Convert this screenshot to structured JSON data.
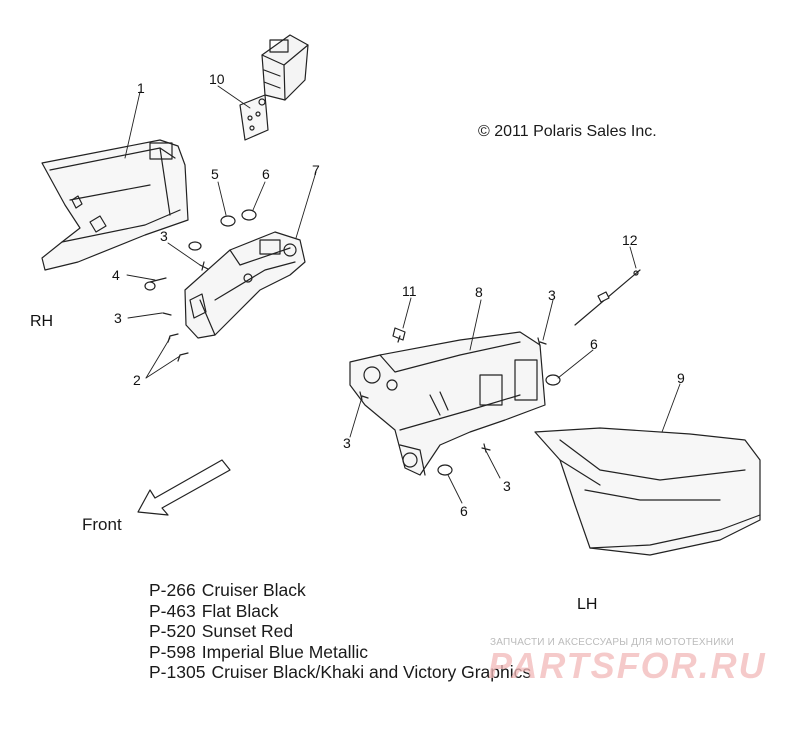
{
  "copyright": "© 2011 Polaris Sales Inc.",
  "sides": {
    "right": "RH",
    "left": "LH"
  },
  "front_label": "Front",
  "callouts": {
    "c1": "1",
    "c2": "2",
    "c3a": "3",
    "c3b": "3",
    "c3c": "3",
    "c3d": "3",
    "c3e": "3",
    "c4": "4",
    "c5": "5",
    "c6a": "6",
    "c6b": "6",
    "c6c": "6",
    "c7": "7",
    "c8": "8",
    "c9": "9",
    "c10": "10",
    "c11": "11",
    "c12": "12"
  },
  "legend": [
    {
      "code": "P-266",
      "name": "Cruiser Black"
    },
    {
      "code": "P-463",
      "name": "Flat Black"
    },
    {
      "code": "P-520",
      "name": "Sunset Red"
    },
    {
      "code": "P-598",
      "name": "Imperial Blue Metallic"
    },
    {
      "code": "P-1305",
      "name": "Cruiser Black/Khaki and Victory Graphics"
    }
  ],
  "watermark": {
    "text": "ЗАПЧАСТИ И АКСЕССУАРЫ ДЛЯ МОТОТЕХНИКИ",
    "logo": "PARTSFOR.RU"
  }
}
